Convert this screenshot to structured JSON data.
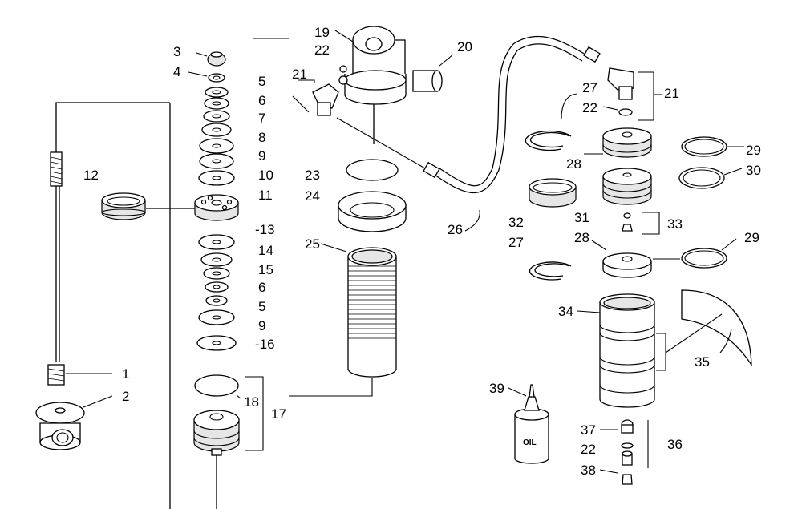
{
  "callouts": [
    "1",
    "2",
    "3",
    "4",
    "5",
    "6",
    "7",
    "8",
    "9",
    "10",
    "11",
    "12",
    "-13",
    "14",
    "15",
    "6",
    "5",
    "9",
    "-16",
    "17",
    "18",
    "19",
    "22",
    "20",
    "21",
    "21",
    "27",
    "22",
    "23",
    "24",
    "25",
    "26",
    "28",
    "29",
    "30",
    "31",
    "32",
    "33",
    "28",
    "27",
    "29",
    "34",
    "35",
    "39",
    "37",
    "22",
    "36",
    "38"
  ],
  "bottle_label": "OIL"
}
